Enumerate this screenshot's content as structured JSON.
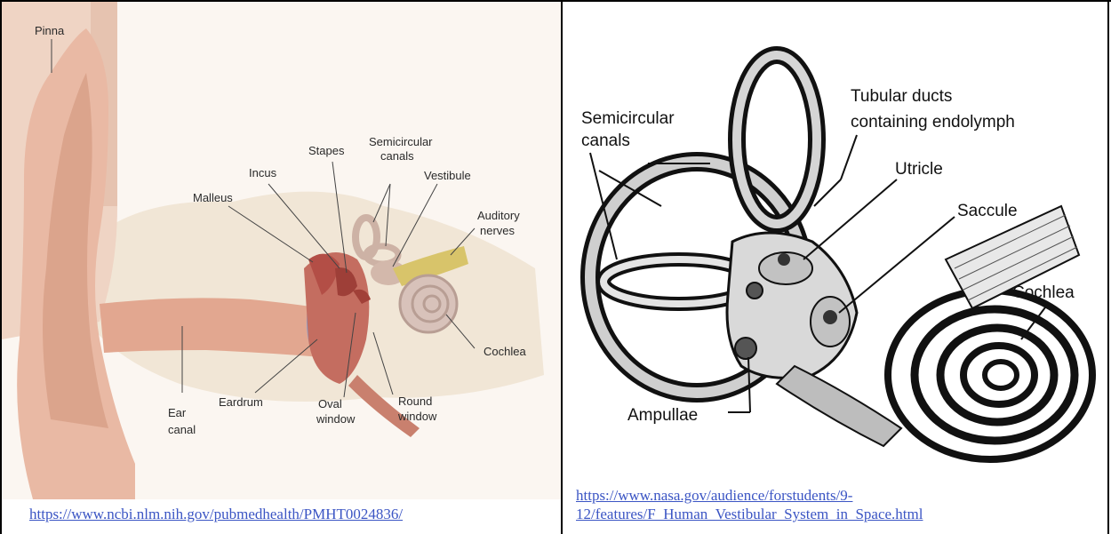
{
  "left_figure": {
    "labels": {
      "pinna": "Pinna",
      "stapes": "Stapes",
      "semicircular_1": "Semicircular",
      "semicircular_2": "canals",
      "incus": "Incus",
      "vestibule": "Vestibule",
      "malleus": "Malleus",
      "auditory_1": "Auditory",
      "auditory_2": "nerves",
      "cochlea": "Cochlea",
      "ear_canal_1": "Ear",
      "ear_canal_2": "canal",
      "eardrum": "Eardrum",
      "oval_1": "Oval",
      "oval_2": "window",
      "round_1": "Round",
      "round_2": "window"
    },
    "source_link": "https://www.ncbi.nlm.nih.gov/pubmedhealth/PMHT0024836/"
  },
  "right_figure": {
    "labels": {
      "semicircular_1": "Semicircular",
      "semicircular_2": "canals",
      "tubular_1": "Tubular ducts",
      "tubular_2": "containing endolymph",
      "utricle": "Utricle",
      "saccule": "Saccule",
      "cochlea": "Cochlea",
      "ampullae": "Ampullae"
    },
    "source_link_line1": "https://www.nasa.gov/audience/forstudents/9-",
    "source_link_line2": "12/features/F_Human_Vestibular_System_in_Space.html"
  },
  "colors": {
    "border": "#000000",
    "link": "#3b55c4",
    "skin": "#e9b9a4",
    "bone": "#f1e6d6",
    "cochlea": "#d8c2ba",
    "nerve": "#d8c46a",
    "eardrum": "#8a9cc8"
  }
}
